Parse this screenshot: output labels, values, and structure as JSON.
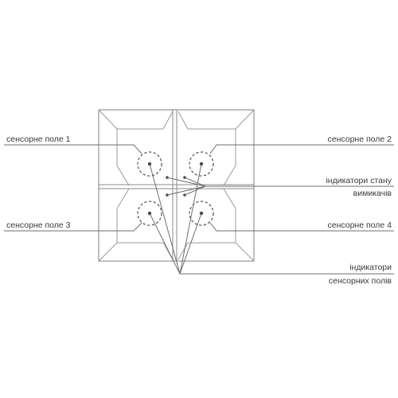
{
  "diagram": {
    "labels": {
      "field_1": "сенсорне поле 1",
      "field_2": "сенсорне поле 2",
      "field_3": "сенсорне поле 3",
      "field_4": "сенсорне поле 4",
      "state_indicators_line1": "індикатори стану",
      "state_indicators_line2": "вимикачів",
      "sensor_indicators_line1": "індикатори",
      "sensor_indicators_line2": "сенсорних полів"
    },
    "colors": {
      "line": "#6e6e6e",
      "text": "#3a3a3a",
      "background": "#ffffff"
    }
  }
}
